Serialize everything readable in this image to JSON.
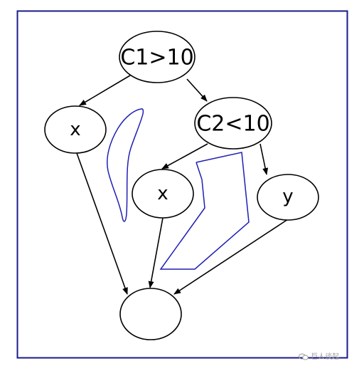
{
  "colors": {
    "frame": "#1a1a8c",
    "stroke": "#000000",
    "annotation": "#1f1fb4",
    "watermark": "#9a9a9a"
  },
  "nodes": {
    "root": {
      "label": "C1>10"
    },
    "left_x": {
      "label": "x"
    },
    "c2": {
      "label": "C2<10"
    },
    "mid_x": {
      "label": "x"
    },
    "y": {
      "label": "y"
    },
    "sink": {
      "label": ""
    }
  },
  "watermark": {
    "text": "巨人谈起",
    "icon": "wechat-icon"
  }
}
